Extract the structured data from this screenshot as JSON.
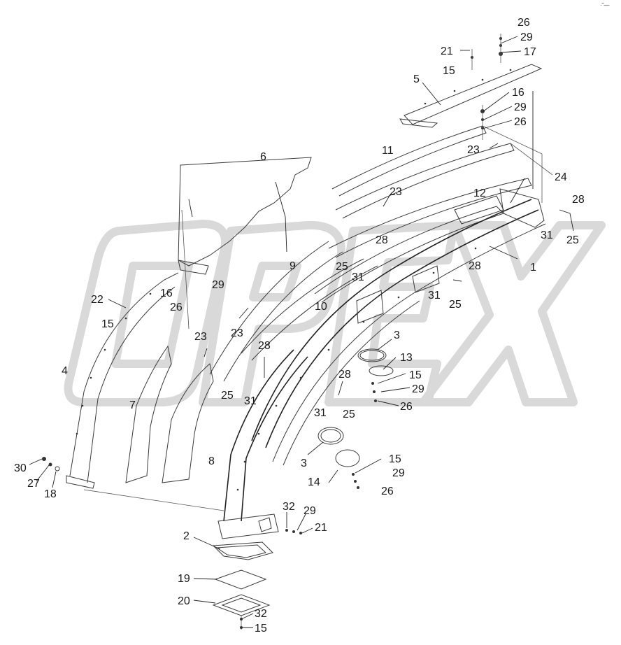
{
  "watermark": {
    "text": "OPEX"
  },
  "corner_mark": "·˜—",
  "callouts": [
    {
      "id": "c1",
      "label": "26"
    },
    {
      "id": "c2",
      "label": "29"
    },
    {
      "id": "c3",
      "label": "21"
    },
    {
      "id": "c4",
      "label": "17"
    },
    {
      "id": "c5",
      "label": "15"
    },
    {
      "id": "c6",
      "label": "5"
    },
    {
      "id": "c7",
      "label": "16"
    },
    {
      "id": "c8",
      "label": "29"
    },
    {
      "id": "c9",
      "label": "26"
    },
    {
      "id": "c10",
      "label": "11"
    },
    {
      "id": "c11",
      "label": "23"
    },
    {
      "id": "c12",
      "label": "6"
    },
    {
      "id": "c13",
      "label": "12"
    },
    {
      "id": "c14",
      "label": "24"
    },
    {
      "id": "c15",
      "label": "23"
    },
    {
      "id": "c16",
      "label": "28"
    },
    {
      "id": "c17",
      "label": "31"
    },
    {
      "id": "c18",
      "label": "25"
    },
    {
      "id": "c19",
      "label": "1"
    },
    {
      "id": "c20",
      "label": "28"
    },
    {
      "id": "c21",
      "label": "25"
    },
    {
      "id": "c22",
      "label": "31"
    },
    {
      "id": "c23",
      "label": "9"
    },
    {
      "id": "c24",
      "label": "28"
    },
    {
      "id": "c25",
      "label": "31"
    },
    {
      "id": "c26",
      "label": "25"
    },
    {
      "id": "c27",
      "label": "29"
    },
    {
      "id": "c28",
      "label": "16"
    },
    {
      "id": "c29",
      "label": "22"
    },
    {
      "id": "c30",
      "label": "26"
    },
    {
      "id": "c31",
      "label": "10"
    },
    {
      "id": "c32",
      "label": "15"
    },
    {
      "id": "c33",
      "label": "23"
    },
    {
      "id": "c34",
      "label": "3"
    },
    {
      "id": "c35",
      "label": "23"
    },
    {
      "id": "c36",
      "label": "28"
    },
    {
      "id": "c37",
      "label": "13"
    },
    {
      "id": "c38",
      "label": "4"
    },
    {
      "id": "c39",
      "label": "28"
    },
    {
      "id": "c40",
      "label": "15"
    },
    {
      "id": "c41",
      "label": "25"
    },
    {
      "id": "c42",
      "label": "31"
    },
    {
      "id": "c43",
      "label": "29"
    },
    {
      "id": "c44",
      "label": "7"
    },
    {
      "id": "c45",
      "label": "25"
    },
    {
      "id": "c46",
      "label": "26"
    },
    {
      "id": "c47",
      "label": "31"
    },
    {
      "id": "c48",
      "label": "8"
    },
    {
      "id": "c49",
      "label": "3"
    },
    {
      "id": "c50",
      "label": "15"
    },
    {
      "id": "c51",
      "label": "30"
    },
    {
      "id": "c52",
      "label": "29"
    },
    {
      "id": "c53",
      "label": "14"
    },
    {
      "id": "c54",
      "label": "27"
    },
    {
      "id": "c55",
      "label": "18"
    },
    {
      "id": "c56",
      "label": "26"
    },
    {
      "id": "c57",
      "label": "32"
    },
    {
      "id": "c58",
      "label": "29"
    },
    {
      "id": "c59",
      "label": "21"
    },
    {
      "id": "c60",
      "label": "2"
    },
    {
      "id": "c61",
      "label": "19"
    },
    {
      "id": "c62",
      "label": "20"
    },
    {
      "id": "c63",
      "label": "32"
    },
    {
      "id": "c64",
      "label": "15"
    }
  ]
}
